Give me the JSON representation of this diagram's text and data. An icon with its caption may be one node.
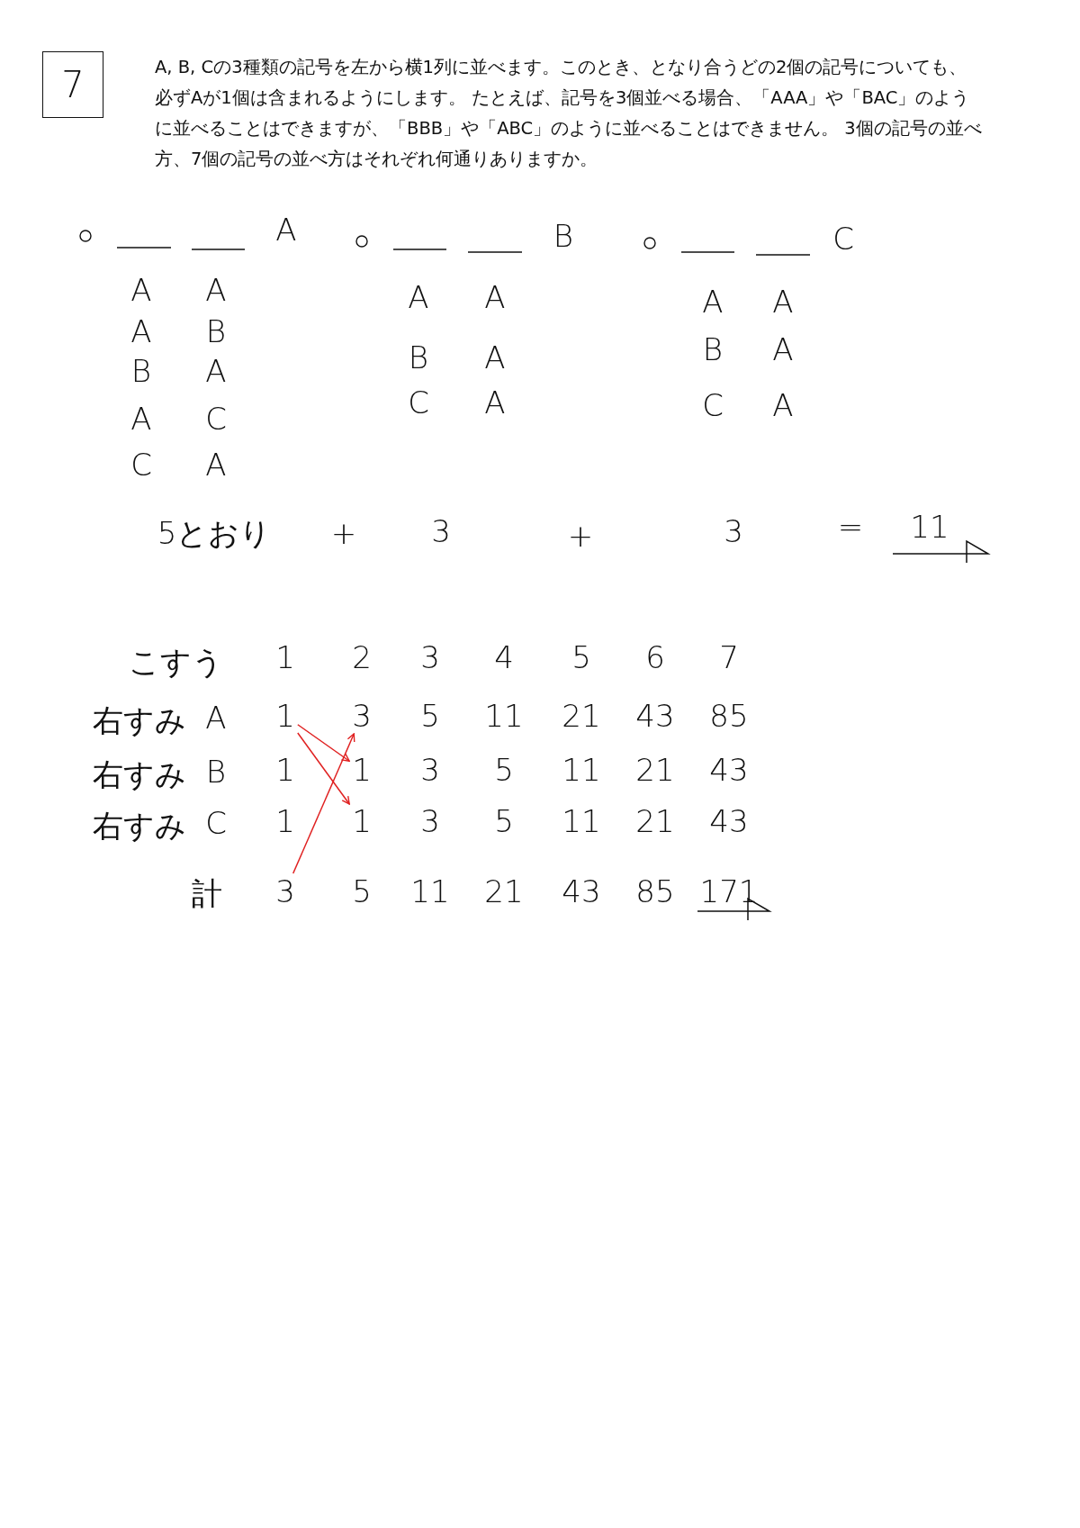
{
  "diagram": {
    "nodes": [
      {
        "text": [
          "7"
        ]
      },
      {
        "text": [
          "1"
        ]
      },
      {
        "text": [
          "3"
        ]
      },
      {
        "text": [
          "1"
        ]
      },
      {
        "text": [
          "1"
        ]
      },
      {
        "text": [
          "3"
        ]
      }
    ],
    "edges": [
      {
        "from": 1,
        "to": 3,
        "arrow": "to",
        "color": "#e02020"
      },
      {
        "from": 1,
        "to": 4,
        "arrow": "to",
        "color": "#e02020"
      },
      {
        "from": 5,
        "to": 2,
        "arrow": "to",
        "color": "#e02020"
      }
    ],
    "labels": [
      "A, B, Cの3種類の記号を左から横1列に並べます。このとき、となり合うどの2個の記号についても、必ずAが1個は含まれるようにします。 たとえば、記号を3個並べる場合、「AAA」や「BAC」のように並べることはできますが、「BBB」や「ABC」のように並べることはできません。 3個の記号の並べ方、7個の記号の並べ方はそれぞれ何通りありますか。",
      "A",
      "B",
      "C",
      "A",
      "A",
      "A",
      "B",
      "B",
      "A",
      "A",
      "C",
      "C",
      "A",
      "A",
      "A",
      "B",
      "A",
      "C",
      "A",
      "A",
      "A",
      "B",
      "A",
      "C",
      "A",
      "5とおり",
      "+",
      "3",
      "+",
      "3",
      "=",
      "11",
      "こすう",
      "1",
      "2",
      "3",
      "4",
      "5",
      "6",
      "7",
      "右すみ",
      "A",
      "5",
      "11",
      "21",
      "43",
      "85",
      "右すみ",
      "B",
      "1",
      "3",
      "5",
      "11",
      "21",
      "43",
      "右すみ",
      "C",
      "1",
      "3",
      "5",
      "11",
      "21",
      "43",
      "計",
      "5",
      "11",
      "21",
      "43",
      "85",
      "171"
    ]
  }
}
